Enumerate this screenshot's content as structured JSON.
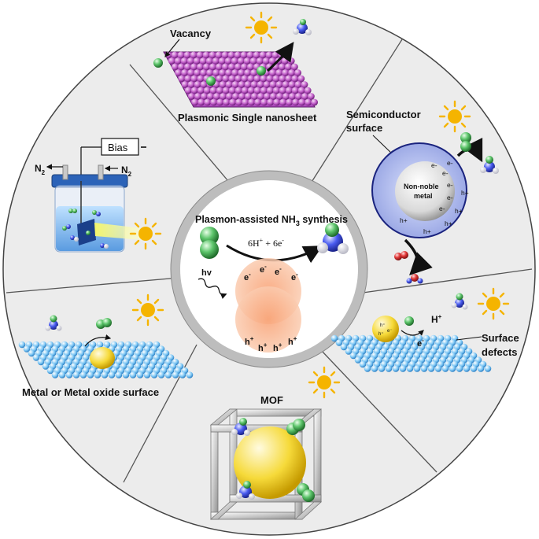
{
  "segments": {
    "top": {
      "label": "Plasmonic Single nanosheet",
      "vacancy": "Vacancy"
    },
    "upper_right": {
      "title_line1": "Semiconductor",
      "title_line2": "surface",
      "core_line1": "Non-noble",
      "core_line2": "metal",
      "electron": "e-",
      "hole": "h+"
    },
    "lower_right": {
      "label_line1": "Surface",
      "label_line2": "defects",
      "proton": "H",
      "proton_sup": "+",
      "electron": "e",
      "electron_sup": "-"
    },
    "bottom": {
      "label": "MOF"
    },
    "lower_left": {
      "label": "Metal or Metal oxide surface"
    },
    "upper_left": {
      "bias": "Bias",
      "n2": "N",
      "n2_sub": "2"
    }
  },
  "center": {
    "title_pre": "Plasmon-assisted NH",
    "title_sub": "3",
    "title_post": " synthesis",
    "reaction_a": "6H",
    "reaction_sup1": "+",
    "reaction_b": " + 6e",
    "reaction_sup2": "-",
    "hv": "hv",
    "electron": "e",
    "electron_sup": "-",
    "hole": "h",
    "hole_sup": "+"
  },
  "colors": {
    "ring": "#e9e9e9",
    "ring_border": "#555555",
    "sun": "#f5b400",
    "n2_green": "#4caf50",
    "ammonia_blue": "#3d4fe0",
    "particle_orange": "#f6b38c",
    "gold": "#f3cf1e"
  }
}
